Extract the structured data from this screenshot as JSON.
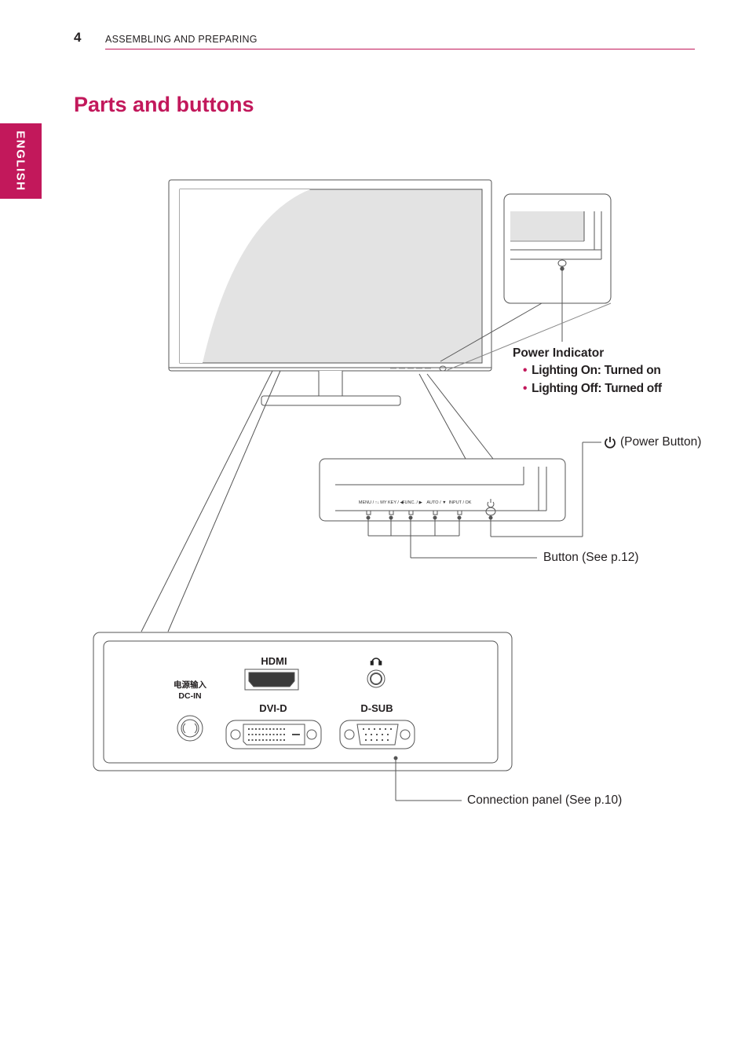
{
  "header": {
    "page_number": "4",
    "section": "ASSEMBLING AND PREPARING",
    "language_tab": "ENGLISH",
    "accent_color": "#c2185b"
  },
  "title": "Parts and buttons",
  "power_indicator": {
    "title": "Power Indicator",
    "items": [
      "Lighting On: Turned on",
      "Lighting Off: Turned off"
    ]
  },
  "callouts": {
    "power_button": "(Power Button)",
    "buttons": "Button (See p.12)",
    "connection_panel": "Connection panel (See p.10)"
  },
  "front_buttons": [
    "MENU / ↑↓",
    "MY KEY / ◀",
    "FUNC. / ▶",
    "AUTO / ▼",
    "INPUT / OK"
  ],
  "ports": {
    "hdmi": "HDMI",
    "dvi": "DVI-D",
    "dsub": "D-SUB",
    "dc_cn": "电源输入",
    "dc": "DC-IN"
  },
  "icons": {
    "power": "power-icon",
    "headphone": "headphone-icon"
  }
}
